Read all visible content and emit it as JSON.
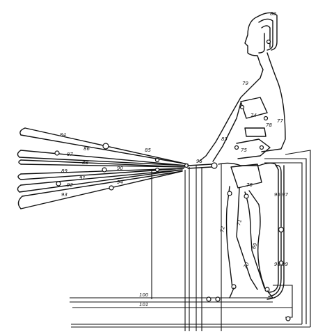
{
  "labels": {
    "l80": "80",
    "l79": "79",
    "l74": "74",
    "l78": "78",
    "l77": "77",
    "l83": "83",
    "l75": "75",
    "l84": "84",
    "l86": "86",
    "l85": "85",
    "l87": "87",
    "l88": "88",
    "l89": "89",
    "l90": "90",
    "l91": "91",
    "l92": "92",
    "l94": "94",
    "l93": "93",
    "l95": "95",
    "l76": "76",
    "l96_97": "96 97",
    "l72": "72",
    "l71": "71",
    "l69": "69",
    "l70": "70",
    "l98_99": "98 99",
    "l100": "100",
    "l101": "101"
  },
  "colors": {
    "stroke": "#111111",
    "background": "#ffffff"
  }
}
